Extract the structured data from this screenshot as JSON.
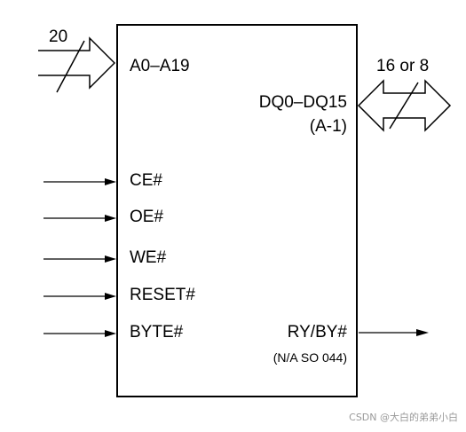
{
  "bus": {
    "address_width": "20",
    "data_width": "16 or 8"
  },
  "pins": {
    "address": "A0–A19",
    "data": "DQ0–DQ15",
    "data_note": "(A-1)",
    "ce": "CE#",
    "oe": "OE#",
    "we": "WE#",
    "reset": "RESET#",
    "byte": "BYTE#",
    "ready_busy": "RY/BY#",
    "ready_busy_note": "(N/A SO 044)"
  },
  "watermark": "CSDN @大白的弟弟小白"
}
